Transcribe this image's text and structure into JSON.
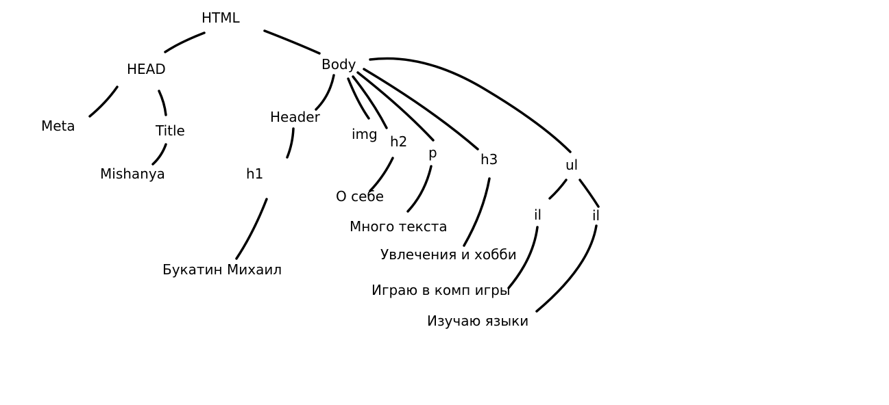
{
  "diagram": {
    "nodes": {
      "html": "HTML",
      "head": "HEAD",
      "body": "Body",
      "meta": "Meta",
      "title": "Title",
      "title_text": "Mishanya",
      "header": "Header",
      "h1": "h1",
      "h1_text": "Букатин Михаил",
      "img": "img",
      "h2": "h2",
      "h2_text": "О себе",
      "p": "p",
      "p_text": "Много текста",
      "h3": "h3",
      "h3_text": "Увлечения и хобби",
      "ul": "ul",
      "li1": "il",
      "li1_text": "Играю в комп игры",
      "li2": "il",
      "li2_text": "Изучаю языки"
    }
  }
}
